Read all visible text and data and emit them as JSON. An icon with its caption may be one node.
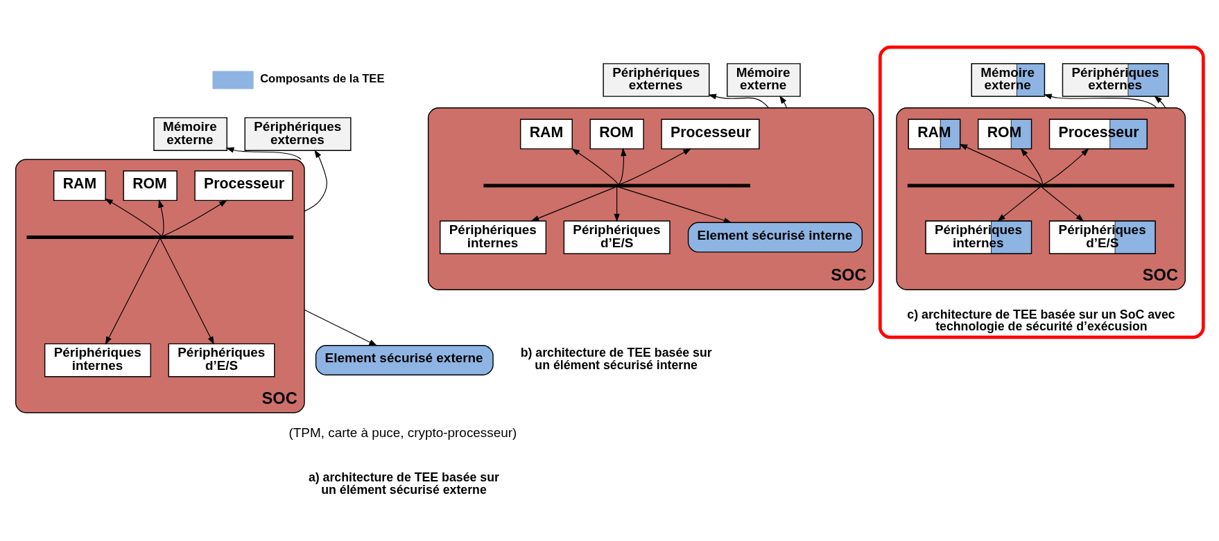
{
  "diagram": {
    "nodes": [
      {
        "text": [
          "Périphériques externes"
        ]
      },
      {
        "text": [
          "Mémoire externe"
        ]
      },
      {
        "text": [
          "SOC"
        ]
      },
      {
        "text": [
          "Processeur"
        ],
        "in": 2
      },
      {
        "text": [
          "ROM"
        ],
        "in": 2
      },
      {
        "text": [
          "RAM"
        ],
        "in": 2
      },
      {
        "text": [],
        "shape": "bar",
        "in": 2
      },
      {
        "text": [
          "Périphériques internes"
        ],
        "in": 2
      },
      {
        "text": [
          "Périphériques d’E/S"
        ],
        "in": 2
      },
      {
        "text": [
          "Element sécurisé externe"
        ],
        "beside": [
          "(TPM, carte à puce, crypto-processeur)"
        ]
      },
      {
        "text": [
          "Périphériques externes"
        ]
      },
      {
        "text": [
          "Mémoire externe"
        ]
      },
      {
        "text": [
          "SOC"
        ]
      },
      {
        "text": [
          "Processeur"
        ],
        "in": 12
      },
      {
        "text": [
          "ROM"
        ],
        "in": 12
      },
      {
        "text": [
          "RAM"
        ],
        "in": 12
      },
      {
        "text": [],
        "shape": "bar",
        "in": 12
      },
      {
        "text": [
          "Périphériques internes"
        ],
        "in": 12
      },
      {
        "text": [
          "Périphériques d’E/S"
        ],
        "in": 12
      },
      {
        "text": [
          "Element sécurisé interne"
        ],
        "in": 12
      },
      {
        "text": [
          "c) architecture de TEE basée sur un SoC avec technologie de sécurité d’exécusion"
        ]
      },
      {
        "text": [
          "Périphériques externes"
        ],
        "in": 20
      },
      {
        "text": [
          "Mémoire externe"
        ],
        "in": 20
      },
      {
        "text": [
          "SOC"
        ],
        "in": 20
      },
      {
        "text": [
          "Processeur"
        ],
        "in": 23
      },
      {
        "text": [
          "ROM"
        ],
        "in": 23
      },
      {
        "text": [
          "RAM"
        ],
        "in": 23
      },
      {
        "text": [],
        "shape": "bar",
        "in": 23
      },
      {
        "text": [
          "Périphériques internes"
        ],
        "in": 23
      },
      {
        "text": [
          "Périphériques d’E/S"
        ],
        "in": 23
      }
    ],
    "edges": [
      {
        "from": 2,
        "to": 0,
        "arrow": "to"
      },
      {
        "from": 2,
        "to": 1,
        "arrow": "to"
      },
      {
        "from": 6,
        "to": 3,
        "arrow": "to"
      },
      {
        "from": 6,
        "to": 4,
        "arrow": "to"
      },
      {
        "from": 6,
        "to": 5,
        "arrow": "to"
      },
      {
        "from": 6,
        "to": 7,
        "arrow": "to"
      },
      {
        "from": 6,
        "to": 8,
        "arrow": "to"
      },
      {
        "from": 2,
        "to": 9,
        "arrow": "to"
      },
      {
        "from": 12,
        "to": 10,
        "arrow": "to"
      },
      {
        "from": 12,
        "to": 11,
        "arrow": "to"
      },
      {
        "from": 16,
        "to": 13,
        "arrow": "to"
      },
      {
        "from": 16,
        "to": 14,
        "arrow": "to"
      },
      {
        "from": 16,
        "to": 15,
        "arrow": "to"
      },
      {
        "from": 16,
        "to": 17,
        "arrow": "to"
      },
      {
        "from": 16,
        "to": 18,
        "arrow": "to"
      },
      {
        "from": 16,
        "to": 19,
        "arrow": "to"
      },
      {
        "from": 23,
        "to": 21,
        "arrow": "to"
      },
      {
        "from": 23,
        "to": 22,
        "arrow": "to"
      },
      {
        "from": 27,
        "to": 24,
        "arrow": "to"
      },
      {
        "from": 27,
        "to": 25,
        "arrow": "to"
      },
      {
        "from": 27,
        "to": 26,
        "arrow": "to"
      },
      {
        "from": 27,
        "to": 28,
        "arrow": "to"
      },
      {
        "from": 27,
        "to": 29,
        "arrow": "to"
      }
    ],
    "labels": [
      "a) architecture de TEE basée sur un élément sécurisé externe",
      "b) architecture de TEE basée sur un élément sécurisé interne"
    ],
    "legend": [
      {
        "text": "Composants de la TEE",
        "color": "#8eb4e3"
      }
    ]
  }
}
